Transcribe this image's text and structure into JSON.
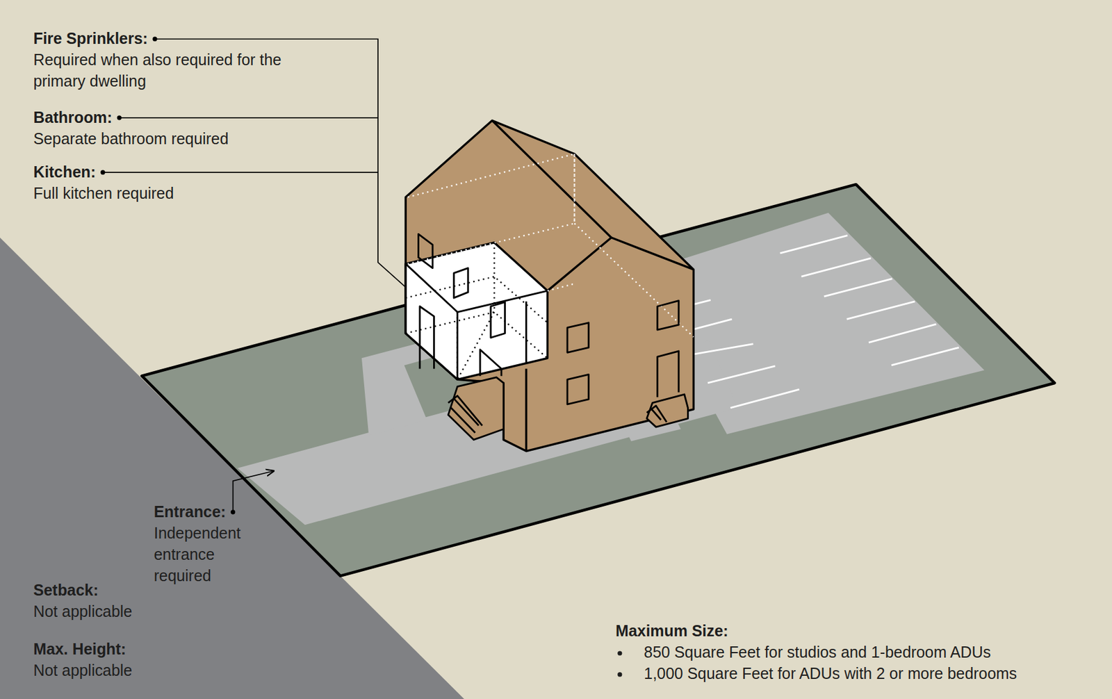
{
  "diagram": {
    "labels": [
      "Fire Sprinklers:",
      "Required when also required for the primary dwelling",
      "Bathroom:",
      "Separate bathroom required",
      "Kitchen:",
      "Full kitchen required",
      "Entrance:",
      "Independent entrance required",
      "Setback:",
      "Not applicable",
      "Max. Height:",
      "Not applicable",
      "Maximum Size:",
      "850 Square Feet for studios and 1-bedroom ADUs",
      "1,000 Square Feet for ADUs with 2 or more bedrooms"
    ]
  }
}
